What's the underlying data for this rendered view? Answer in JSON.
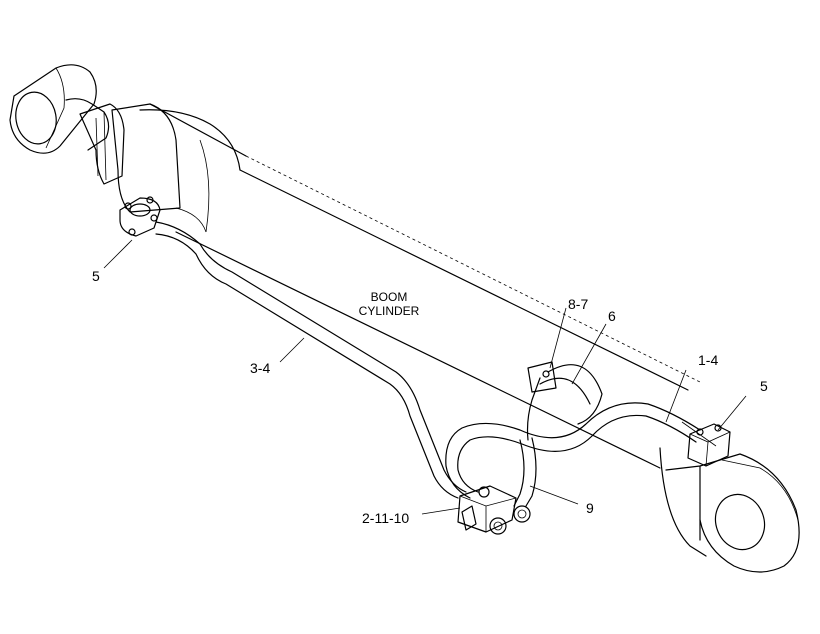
{
  "drawing": {
    "title_lines": [
      "BOOM",
      "CYLINDER"
    ],
    "callouts": {
      "rod_end_flange": "5",
      "head_end_flange": "5",
      "tube_upper": "1-4",
      "tube_lower": "3-4",
      "clip_bolt": "8-7",
      "clip": "6",
      "valve_block": "2-11-10",
      "bracket": "9"
    }
  }
}
